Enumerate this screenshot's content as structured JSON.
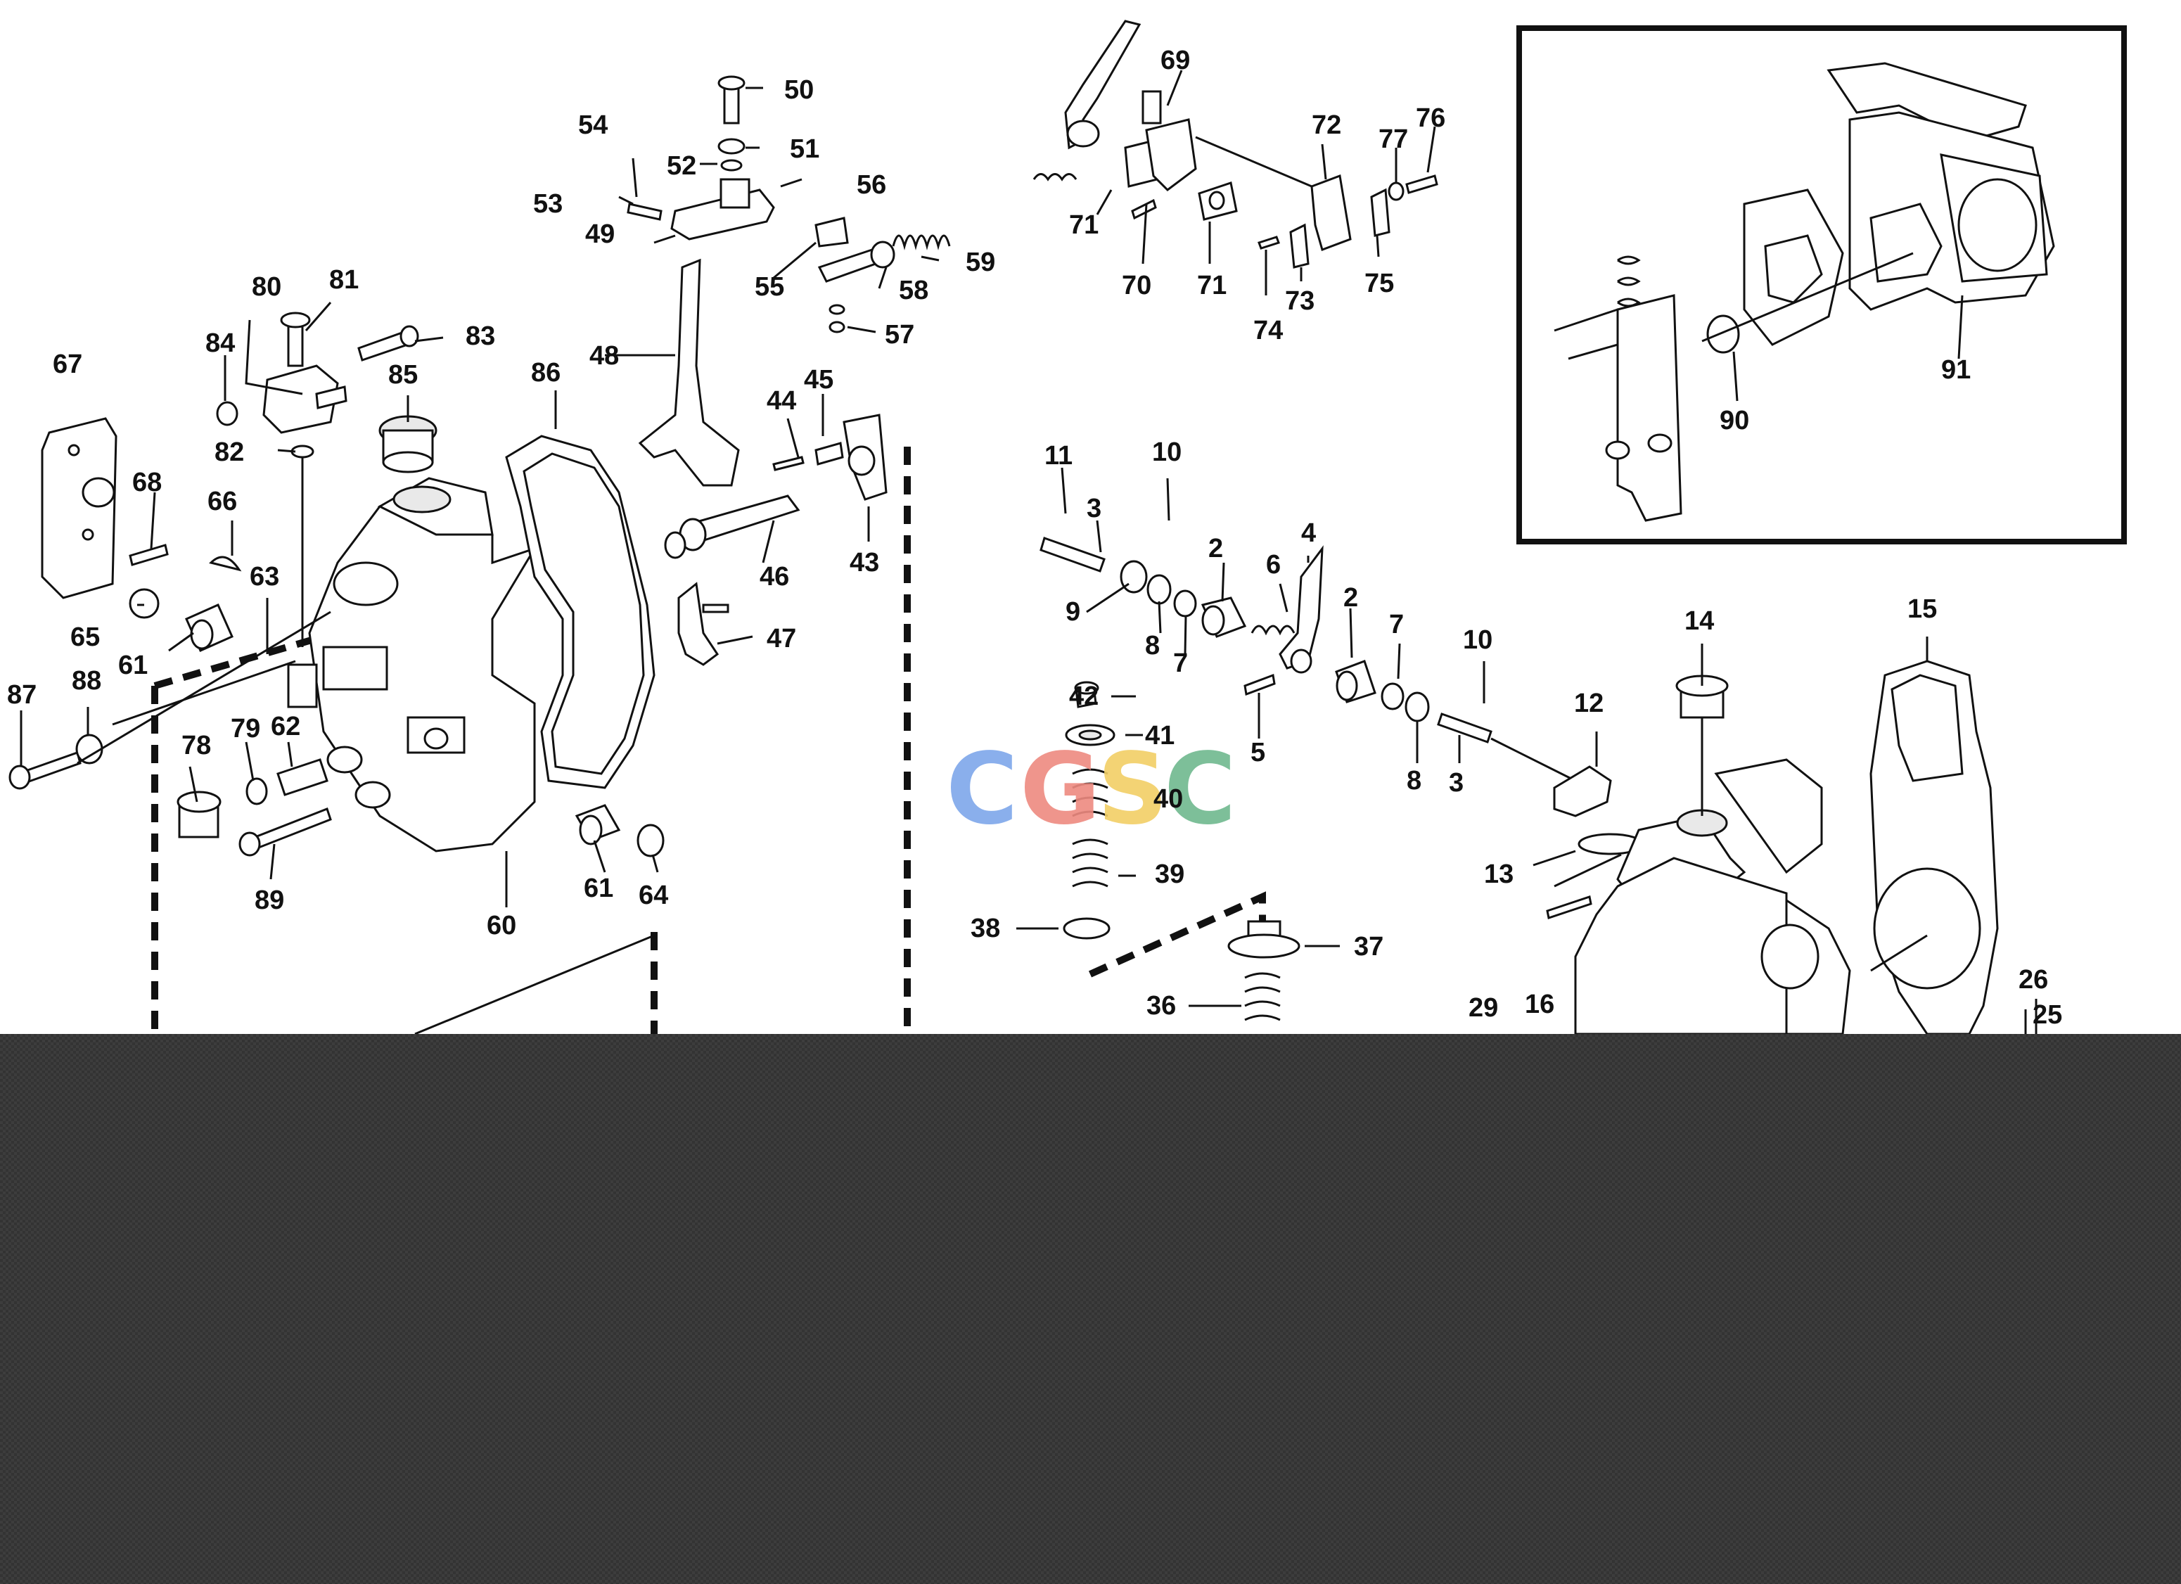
{
  "watermark": {
    "letters": [
      "C",
      "G",
      "S",
      "C"
    ],
    "colors": [
      "#7ea7ea",
      "#ee8a80",
      "#f2cf66",
      "#6fb98f"
    ]
  },
  "overlay": {
    "color": "#333333"
  },
  "labels": [
    {
      "id": "50",
      "text": "50"
    },
    {
      "id": "51",
      "text": "51"
    },
    {
      "id": "52",
      "text": "52"
    },
    {
      "id": "53",
      "text": "53"
    },
    {
      "id": "54",
      "text": "54"
    },
    {
      "id": "56",
      "text": "56"
    },
    {
      "id": "49",
      "text": "49"
    },
    {
      "id": "55",
      "text": "55"
    },
    {
      "id": "58",
      "text": "58"
    },
    {
      "id": "59",
      "text": "59"
    },
    {
      "id": "57",
      "text": "57"
    },
    {
      "id": "48",
      "text": "48"
    },
    {
      "id": "44",
      "text": "44"
    },
    {
      "id": "45",
      "text": "45"
    },
    {
      "id": "46",
      "text": "46"
    },
    {
      "id": "43",
      "text": "43"
    },
    {
      "id": "47",
      "text": "47"
    },
    {
      "id": "67",
      "text": "67"
    },
    {
      "id": "68",
      "text": "68"
    },
    {
      "id": "65",
      "text": "65"
    },
    {
      "id": "61a",
      "text": "61"
    },
    {
      "id": "66",
      "text": "66"
    },
    {
      "id": "63",
      "text": "63"
    },
    {
      "id": "80",
      "text": "80"
    },
    {
      "id": "81",
      "text": "81"
    },
    {
      "id": "83",
      "text": "83"
    },
    {
      "id": "84",
      "text": "84"
    },
    {
      "id": "82",
      "text": "82"
    },
    {
      "id": "85",
      "text": "85"
    },
    {
      "id": "86",
      "text": "86"
    },
    {
      "id": "87",
      "text": "87"
    },
    {
      "id": "88",
      "text": "88"
    },
    {
      "id": "78",
      "text": "78"
    },
    {
      "id": "79",
      "text": "79"
    },
    {
      "id": "62",
      "text": "62"
    },
    {
      "id": "89",
      "text": "89"
    },
    {
      "id": "60",
      "text": "60"
    },
    {
      "id": "61b",
      "text": "61"
    },
    {
      "id": "64",
      "text": "64"
    },
    {
      "id": "69",
      "text": "69"
    },
    {
      "id": "71a",
      "text": "71"
    },
    {
      "id": "70",
      "text": "70"
    },
    {
      "id": "71b",
      "text": "71"
    },
    {
      "id": "72",
      "text": "72"
    },
    {
      "id": "73",
      "text": "73"
    },
    {
      "id": "74",
      "text": "74"
    },
    {
      "id": "75",
      "text": "75"
    },
    {
      "id": "76",
      "text": "76"
    },
    {
      "id": "77",
      "text": "77"
    },
    {
      "id": "91",
      "text": "91"
    },
    {
      "id": "90",
      "text": "90"
    },
    {
      "id": "11",
      "text": "11"
    },
    {
      "id": "10a",
      "text": "10"
    },
    {
      "id": "3a",
      "text": "3"
    },
    {
      "id": "9",
      "text": "9"
    },
    {
      "id": "8a",
      "text": "8"
    },
    {
      "id": "7a",
      "text": "7"
    },
    {
      "id": "2a",
      "text": "2"
    },
    {
      "id": "6",
      "text": "6"
    },
    {
      "id": "4",
      "text": "4"
    },
    {
      "id": "2b",
      "text": "2"
    },
    {
      "id": "7b",
      "text": "7"
    },
    {
      "id": "10b",
      "text": "10"
    },
    {
      "id": "5",
      "text": "5"
    },
    {
      "id": "8b",
      "text": "8"
    },
    {
      "id": "3b",
      "text": "3"
    },
    {
      "id": "12",
      "text": "12"
    },
    {
      "id": "13",
      "text": "13"
    },
    {
      "id": "14",
      "text": "14"
    },
    {
      "id": "15",
      "text": "15"
    },
    {
      "id": "42",
      "text": "42"
    },
    {
      "id": "41",
      "text": "41"
    },
    {
      "id": "40",
      "text": "40"
    },
    {
      "id": "39",
      "text": "39"
    },
    {
      "id": "38",
      "text": "38"
    },
    {
      "id": "37",
      "text": "37"
    },
    {
      "id": "36",
      "text": "36"
    },
    {
      "id": "29",
      "text": "29"
    },
    {
      "id": "16",
      "text": "16"
    },
    {
      "id": "26",
      "text": "26"
    },
    {
      "id": "25",
      "text": "25"
    }
  ]
}
